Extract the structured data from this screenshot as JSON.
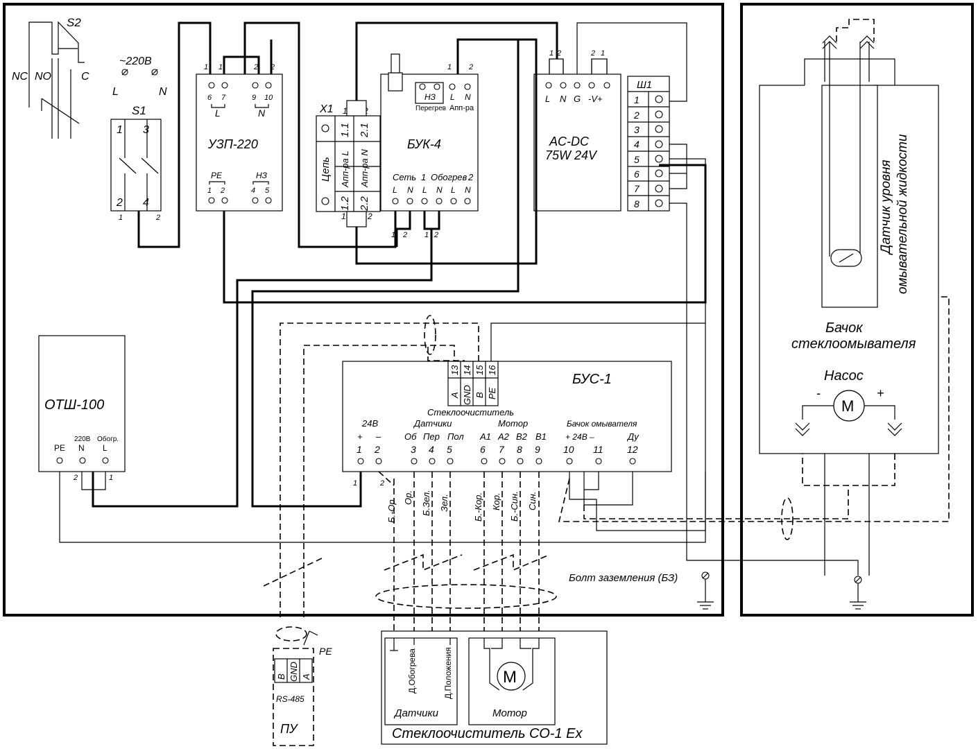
{
  "switch_s2": {
    "name": "S2",
    "nc": "NC",
    "no": "NO",
    "c": "C"
  },
  "breaker_s1": {
    "name": "S1",
    "supply": "~220В",
    "l": "L",
    "n": "N",
    "t1": "1",
    "t2": "2",
    "t3": "3",
    "t4": "4",
    "out1": "1",
    "out2": "2"
  },
  "uzp": {
    "name": "УЗП-220",
    "top": [
      "1",
      "1",
      "2",
      "2"
    ],
    "terms": [
      "6",
      "7",
      "9",
      "10"
    ],
    "l": "L",
    "n": "N",
    "pe": "PE",
    "nz": "НЗ",
    "bottom": [
      "1",
      "2",
      "4",
      "5"
    ]
  },
  "x1": {
    "name": "X1",
    "top_left": "1",
    "top_right": "2",
    "row1": "1.1",
    "row2": "2.1",
    "row3": "1.2",
    "row4": "2.2",
    "chain": "Цепь",
    "app_l": "Апп-ра L",
    "app_n": "Апп-ра N",
    "bottom_left": "1",
    "bottom_right": "2"
  },
  "buk": {
    "name": "БУК-4",
    "top": [
      "1",
      "2"
    ],
    "nz": "НЗ",
    "l": "L",
    "n": "N",
    "overheat": "Перегрев",
    "app": "Апп-ра",
    "net": "Сеть",
    "heat": "Обогрев",
    "n1": "1",
    "n2": "2",
    "bottom_terms": [
      "L",
      "N",
      "L",
      "N",
      "L",
      "N"
    ],
    "out1": [
      "1",
      "2"
    ],
    "out2": [
      "1",
      "2"
    ]
  },
  "psu": {
    "name1": "AC-DC",
    "name2": "75W 24V",
    "top_left": [
      "1",
      "2"
    ],
    "top_right": [
      "2",
      "1"
    ],
    "terms": [
      "L",
      "N",
      "G",
      "-V+"
    ]
  },
  "sh1": {
    "name": "Ш1",
    "rows": [
      "1",
      "2",
      "3",
      "4",
      "5",
      "6",
      "7",
      "8"
    ]
  },
  "otsh": {
    "name": "ОТШ-100",
    "pe": "PE",
    "n_top": "220В",
    "n": "N",
    "l_top": "Обогр.",
    "l": "L",
    "w2": "2",
    "w1": "1"
  },
  "bus": {
    "name": "БУС-1",
    "conn": [
      "A",
      "GND",
      "B",
      "PE"
    ],
    "conn_nums": [
      "13",
      "14",
      "15",
      "16"
    ],
    "section_title": "Стеклоочиститель",
    "v24": "24В",
    "plus": "+",
    "minus": "–",
    "sensors": "Датчики",
    "motor": "Мотор",
    "tank": "Бачок омывателя",
    "tank_pm": "+ 24В –",
    "du": "Ду",
    "labels": [
      "Об",
      "Пер",
      "Пол",
      "A1",
      "A2",
      "B2",
      "B1"
    ],
    "nums": [
      "1",
      "2",
      "3",
      "4",
      "5",
      "6",
      "7",
      "8",
      "9",
      "10",
      "11",
      "12"
    ],
    "w1": "1",
    "w2": "2"
  },
  "wire_labels": [
    "Б.-Ор.",
    "Ор.",
    "Б.Зел.",
    "Зел.",
    "Б.-Кор.",
    "Кор.",
    "Б.-Син.",
    "Син."
  ],
  "ground": {
    "label": "Болт заземления (БЗ)"
  },
  "tank": {
    "sensor": "Датчик уровня омывательной жидкости",
    "sensor_l1": "Датчик уровня",
    "sensor_l2": "омывательной жидкости",
    "name_l1": "Бачок",
    "name_l2": "стеклоомывателя",
    "pump": "Насос",
    "motor_m": "M",
    "minus": "-",
    "plus": "+"
  },
  "pu": {
    "name": "ПУ",
    "b": "B",
    "gnd": "GND",
    "a": "A",
    "rs": "RS-485",
    "pe": "PE"
  },
  "wiper": {
    "title": "Стеклоочиститель СО-1 Ex",
    "sensors": "Датчики",
    "motor": "Мотор",
    "heat_sensor": "Д.Обогрева",
    "pos_sensor": "Д.Положения",
    "m": "M"
  }
}
